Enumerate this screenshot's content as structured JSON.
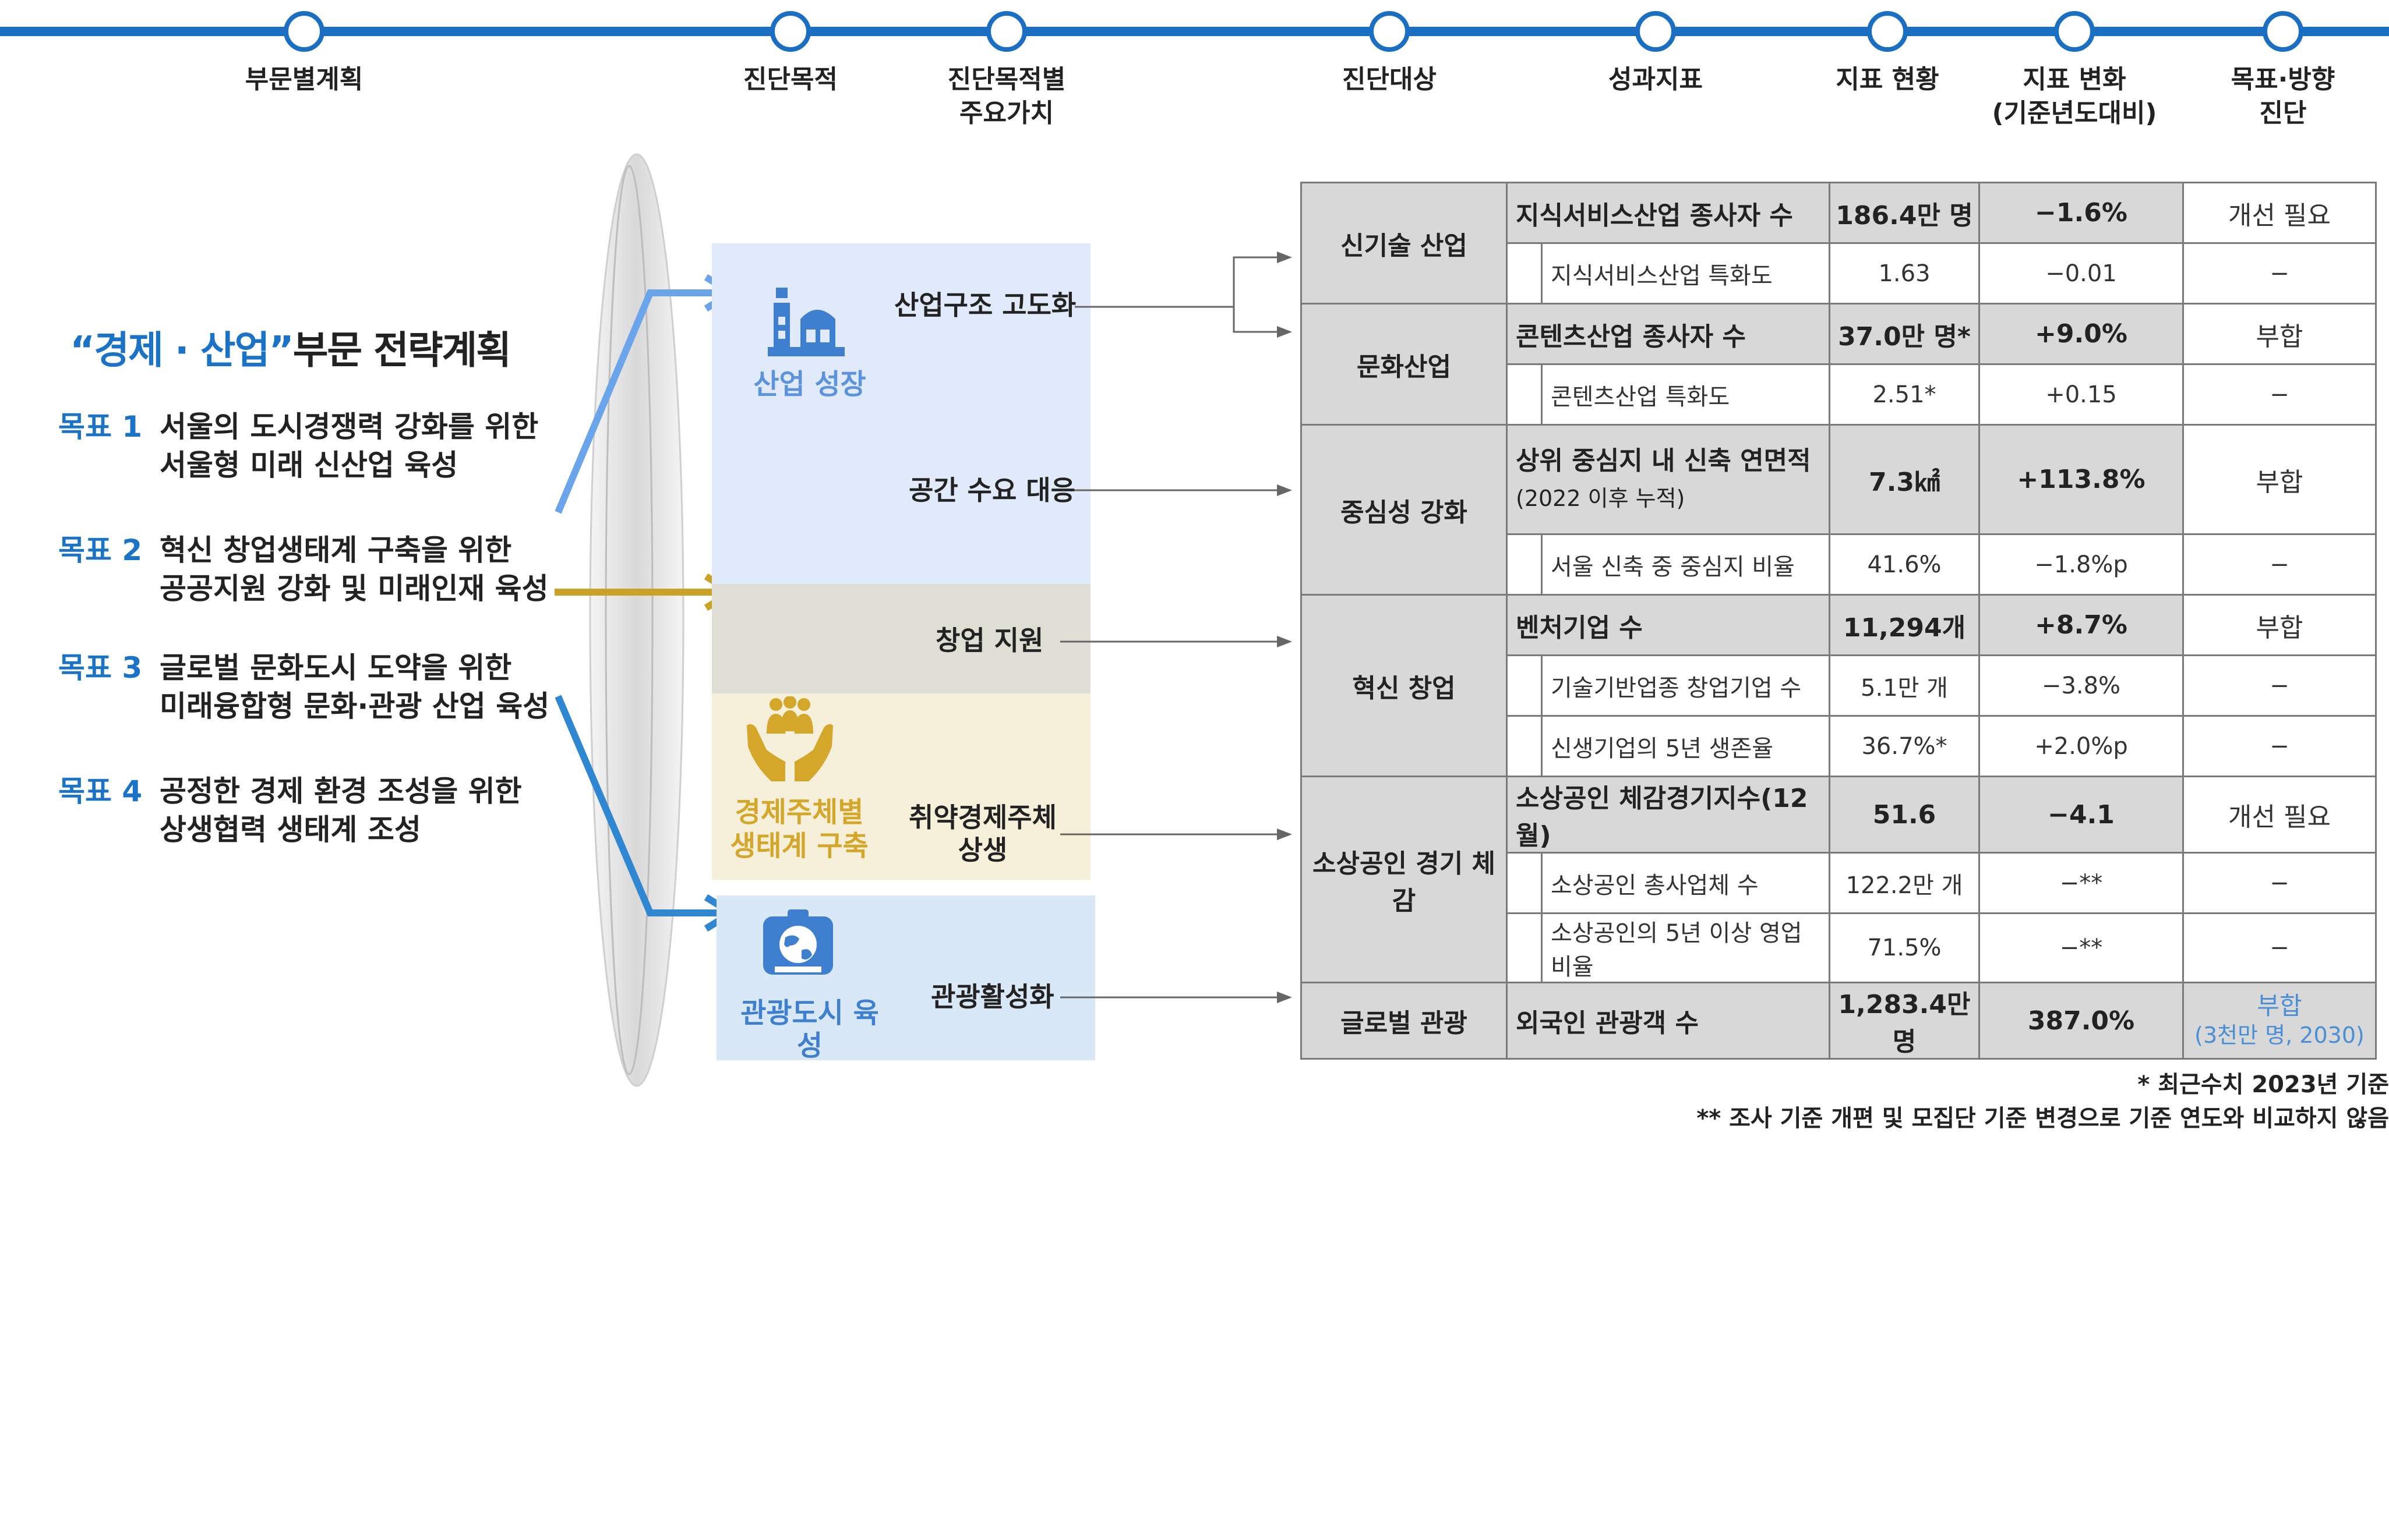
{
  "timeline": {
    "labels": [
      "부문별계획",
      "진단목적",
      "진단목적별\n주요가치",
      "진단대상",
      "성과지표",
      "지표 현황",
      "지표 변화\n(기준년도대비)",
      "목표·방향\n진단"
    ]
  },
  "plan": {
    "title_open": "“",
    "title_main": "경제 · 산업",
    "title_close": "”",
    "title_suffix": "부문 전략계획",
    "goals": [
      {
        "num": "목표 1",
        "line1": "서울의 도시경쟁력 강화를 위한",
        "line2": "서울형 미래 신산업 육성"
      },
      {
        "num": "목표 2",
        "line1": "혁신 창업생태계 구축을 위한",
        "line2": "공공지원 강화 및 미래인재 육성"
      },
      {
        "num": "목표 3",
        "line1": "글로벌 문화도시 도약을 위한",
        "line2": "미래융합형 문화·관광 산업 육성"
      },
      {
        "num": "목표 4",
        "line1": "공정한 경제 환경 조성을 위한",
        "line2": "상생협력 생태계 조성"
      }
    ]
  },
  "purposes": {
    "industry_growth": "산업 성장",
    "ecosystem": "경제주체별\n생태계 구축",
    "tourism_city": "관광도시 육성"
  },
  "values": {
    "structure": "산업구조 고도화",
    "space": "공간 수요 대응",
    "startup": "창업 지원",
    "vulnerable": "취약경제주체\n상생",
    "tourism": "관광활성화"
  },
  "table": {
    "groups": {
      "g1": "신기술 산업",
      "g2": "문화산업",
      "g3": "중심성 강화",
      "g4": "혁신 창업",
      "g5": "소상공인 경기 체감",
      "g6": "글로벌 관광"
    },
    "rows": [
      {
        "indicator": "지식서비스산업 종사자 수",
        "status": "186.4만 명",
        "change": "−1.6%",
        "direction": "개선 필요"
      },
      {
        "indicator": "지식서비스산업 특화도",
        "status": "1.63",
        "change": "−0.01",
        "direction": "−"
      },
      {
        "indicator": "콘텐츠산업 종사자 수",
        "status": "37.0만 명*",
        "change": "+9.0%",
        "direction": "부합"
      },
      {
        "indicator": "콘텐츠산업 특화도",
        "status": "2.51*",
        "change": "+0.15",
        "direction": "−"
      },
      {
        "indicator": "상위 중심지 내 신축 연면적",
        "indicator_note": "(2022 이후 누적)",
        "status": "7.3㎢",
        "change": "+113.8%",
        "direction": "부합"
      },
      {
        "indicator": "서울 신축 중 중심지 비율",
        "status": "41.6%",
        "change": "−1.8%p",
        "direction": "−"
      },
      {
        "indicator": "벤처기업 수",
        "status": "11,294개",
        "change": "+8.7%",
        "direction": "부합"
      },
      {
        "indicator": "기술기반업종 창업기업 수",
        "status": "5.1만 개",
        "change": "−3.8%",
        "direction": "−"
      },
      {
        "indicator": "신생기업의 5년 생존율",
        "status": "36.7%*",
        "change": "+2.0%p",
        "direction": "−"
      },
      {
        "indicator": "소상공인 체감경기지수(12월)",
        "status": "51.6",
        "change": "−4.1",
        "direction": "개선 필요"
      },
      {
        "indicator": "소상공인 총사업체 수",
        "status": "122.2만 개",
        "change": "−**",
        "direction": "−"
      },
      {
        "indicator": "소상공인의 5년 이상 영업 비율",
        "status": "71.5%",
        "change": "−**",
        "direction": "−"
      },
      {
        "indicator": "외국인 관광객 수",
        "status": "1,283.4만 명",
        "change": "387.0%",
        "direction": "부합",
        "direction_note": "(3천만 명, 2030)"
      }
    ]
  },
  "notes": {
    "note1": "* 최근수치 2023년 기준",
    "note2": "** 조사 기준 개편 및 모집단 기준 변경으로 기준 연도와 비교하지 않음"
  },
  "colors": {
    "timeline": "#1b6fc2",
    "goal_blue": "#1b73c8",
    "arrow_light_blue": "#6aa4ea",
    "arrow_gold": "#c9a227",
    "arrow_blue": "#2f86d1",
    "band_blue": "#e0eafb",
    "band_gray": "#deded4",
    "band_cream": "#f6efd9",
    "band_light_blue": "#d9e8f6",
    "improve_red": "#e5383b",
    "match_blue": "#4a8fd6",
    "cell_gray": "#d8d8d8"
  }
}
